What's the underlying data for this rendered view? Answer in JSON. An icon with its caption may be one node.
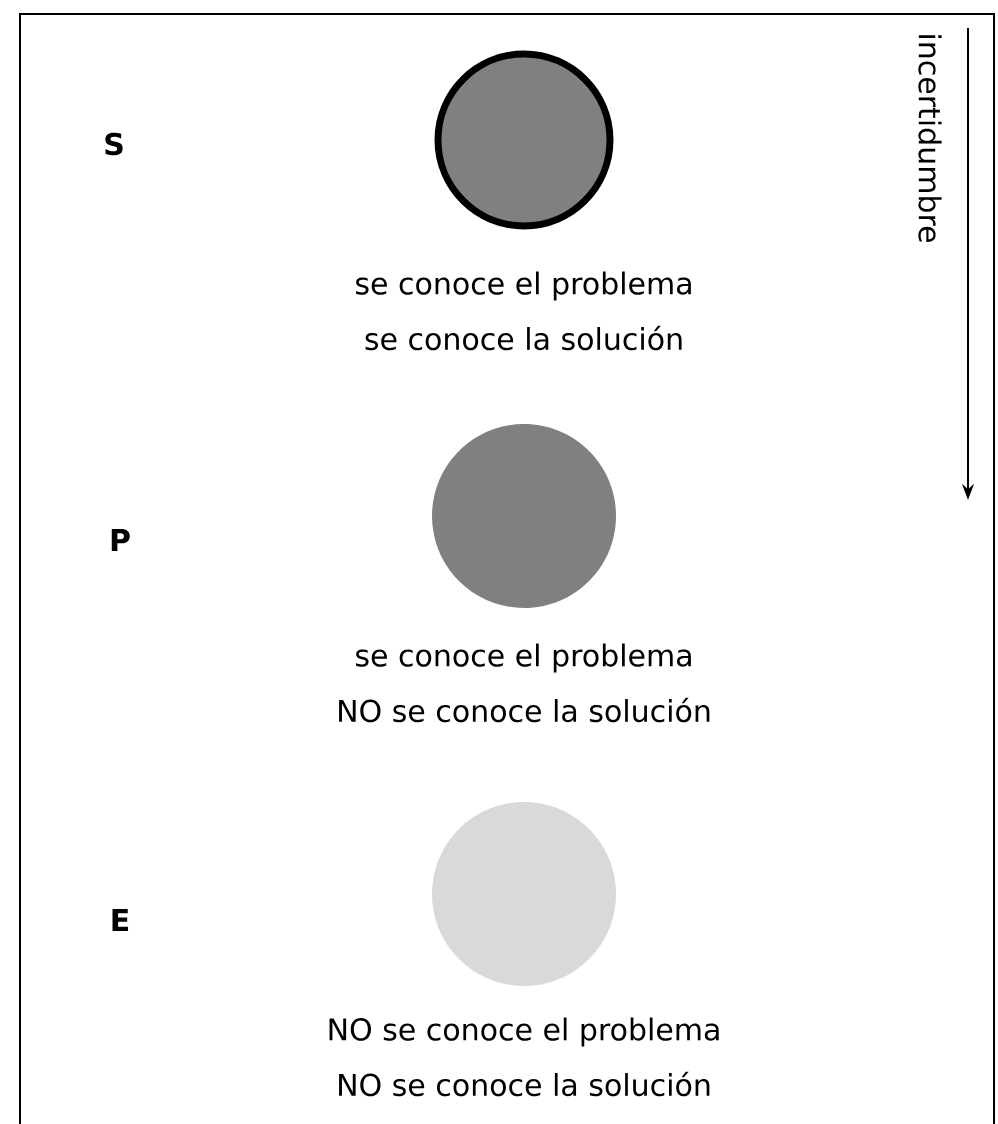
{
  "diagram": {
    "nodes": [
      {
        "text": [],
        "shape": "circle",
        "beside": [
          "se conoce el problema",
          "se conoce la solución"
        ]
      },
      {
        "text": [],
        "shape": "circle",
        "beside": [
          "se conoce el problema",
          "NO se conoce la solución"
        ]
      },
      {
        "text": [],
        "shape": "circle",
        "beside": [
          "NO se conoce el problema",
          "NO se conoce la solución"
        ]
      }
    ],
    "edges": [],
    "labels": [
      "S",
      "P",
      "E",
      "incertidumbre"
    ]
  }
}
